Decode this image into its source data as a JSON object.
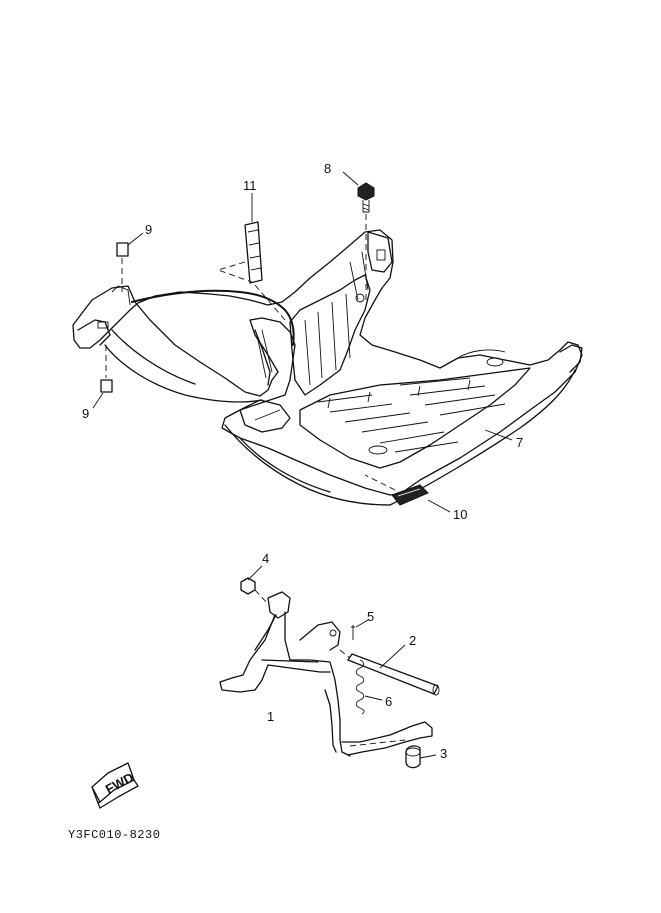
{
  "diagram": {
    "callouts": [
      {
        "id": "c1",
        "text": "1"
      },
      {
        "id": "c2",
        "text": "2"
      },
      {
        "id": "c3",
        "text": "3"
      },
      {
        "id": "c4",
        "text": "4"
      },
      {
        "id": "c5",
        "text": "5"
      },
      {
        "id": "c6",
        "text": "6"
      },
      {
        "id": "c7",
        "text": "7"
      },
      {
        "id": "c8",
        "text": "8"
      },
      {
        "id": "c9a",
        "text": "9"
      },
      {
        "id": "c9b",
        "text": "9"
      },
      {
        "id": "c10",
        "text": "10"
      },
      {
        "id": "c11",
        "text": "11"
      }
    ],
    "direction_label": "FWD",
    "diagram_code": "Y3FC010-8230"
  }
}
